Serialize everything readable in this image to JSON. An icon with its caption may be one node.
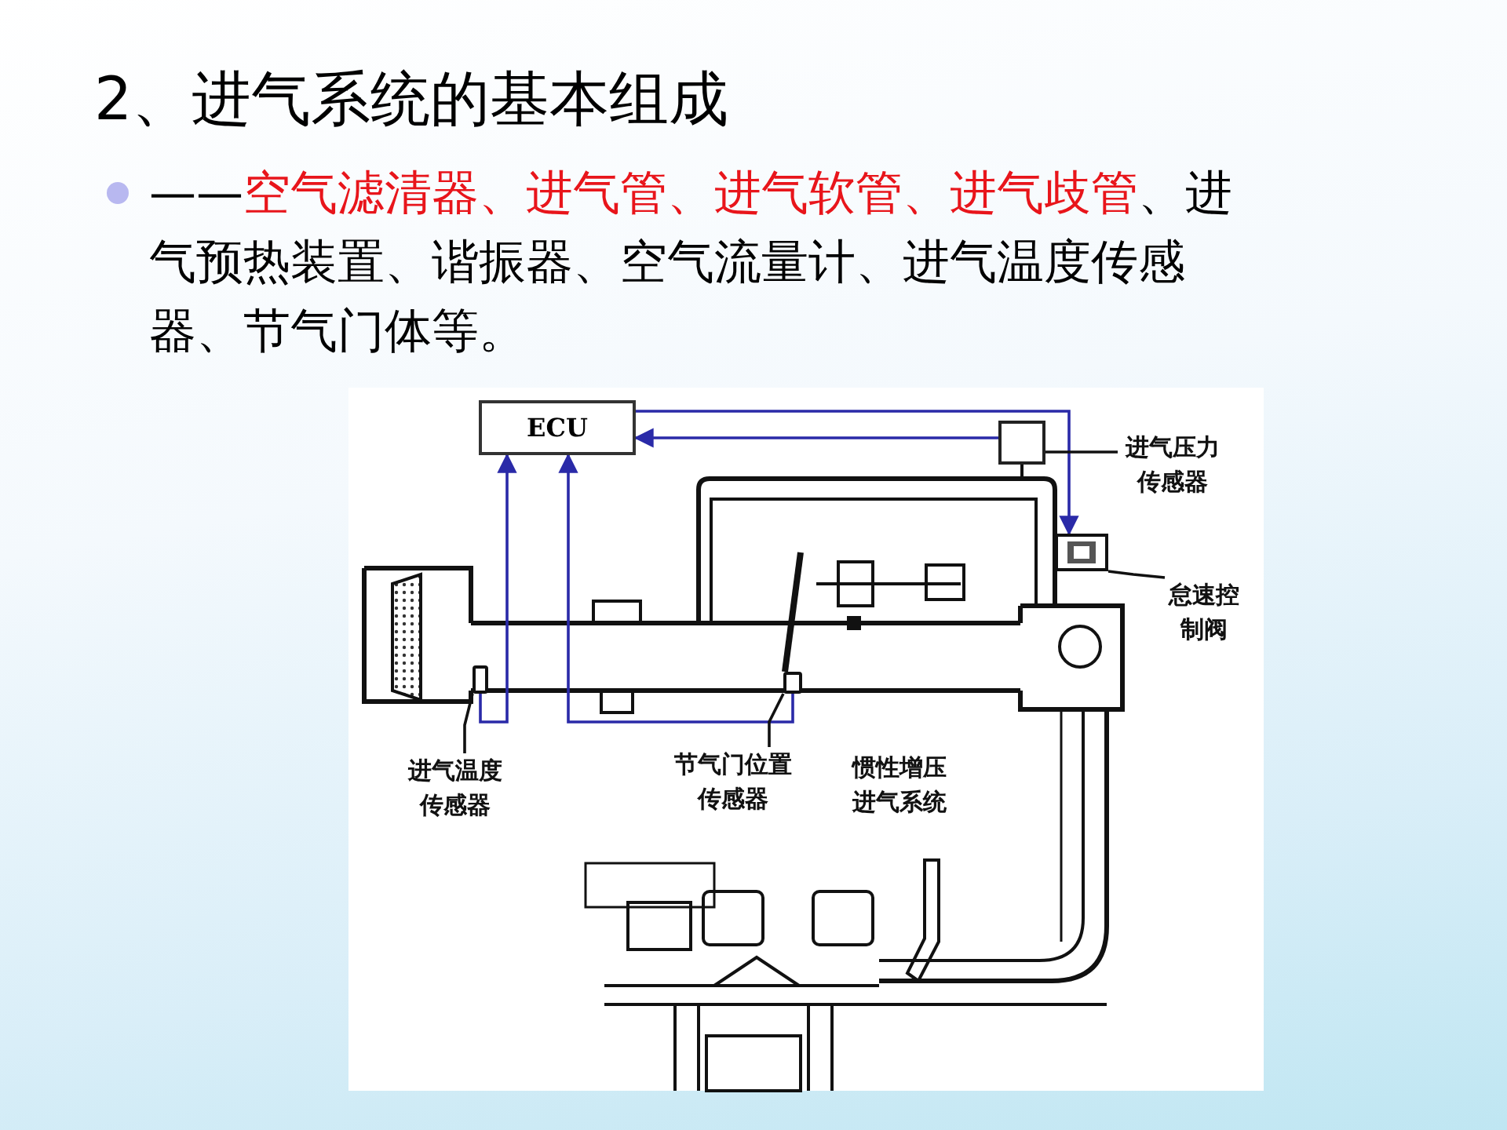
{
  "diagram": {
    "title": "2、进气系统的基本组成",
    "nodes": [
      {
        "text": [
          "ECU"
        ]
      },
      {
        "text": [],
        "shape": "box"
      },
      {
        "text": [],
        "shape": "picture"
      },
      {
        "text": [],
        "shape": "box"
      },
      {
        "text": [],
        "shape": "box"
      },
      {
        "text": [
          "进气压力传感器"
        ]
      },
      {
        "text": [
          "怠速控制阀"
        ]
      },
      {
        "text": [
          "进气温度传感器"
        ]
      },
      {
        "text": [
          "节气门位置传感器"
        ]
      }
    ],
    "edges": [
      {
        "from": 1,
        "to": 0,
        "arrow": "to",
        "color": "#2a2aa8"
      },
      {
        "from": 0,
        "to": 2,
        "arrow": "to",
        "color": "#2a2aa8"
      },
      {
        "from": 3,
        "to": 0,
        "arrow": "to",
        "color": "#2a2aa8"
      },
      {
        "from": 4,
        "to": 0,
        "arrow": "to",
        "color": "#2a2aa8"
      },
      {
        "from": 5,
        "to": 1,
        "arrow": "none",
        "color": "#111111"
      },
      {
        "from": 6,
        "to": 2,
        "arrow": "none",
        "color": "#111111"
      },
      {
        "from": 7,
        "to": 3,
        "arrow": "none",
        "color": "#111111"
      },
      {
        "from": 8,
        "to": 4,
        "arrow": "none",
        "color": "#111111"
      }
    ],
    "labels": [
      "——",
      "空气滤清器、进气管、进气软管、进气歧管",
      "、进气预热装置、谐振器、空气流量计、进气温度传感器、节气门体等。",
      "惯性增压进气系统"
    ]
  }
}
